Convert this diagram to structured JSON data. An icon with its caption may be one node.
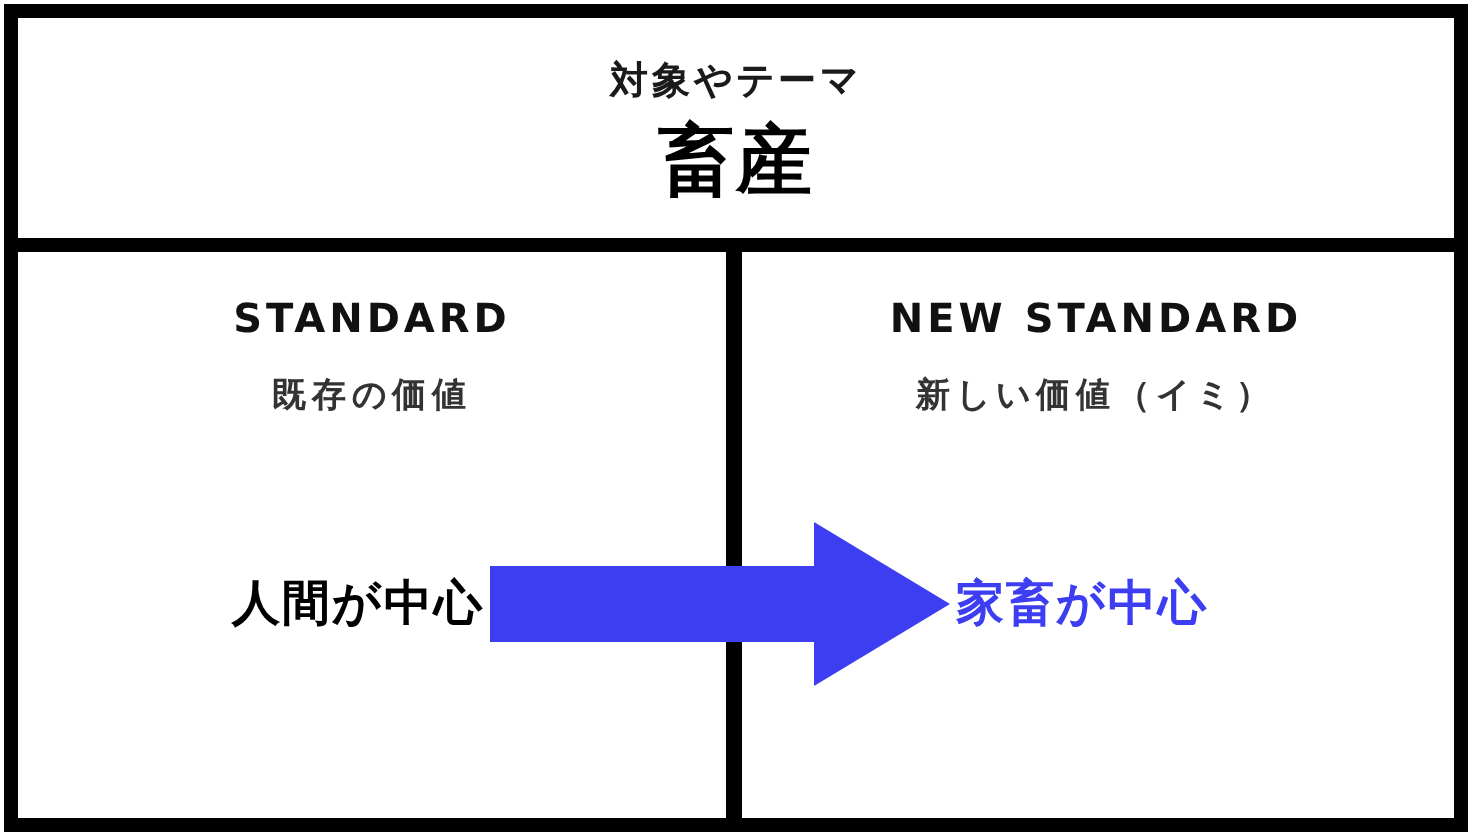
{
  "diagram": {
    "nodes": [
      {
        "text": [
          "対象やテーマ",
          "畜産"
        ]
      },
      {
        "text": [
          "STANDARD",
          "既存の価値"
        ]
      },
      {
        "text": [
          "人間が中心"
        ],
        "in": 1
      },
      {
        "text": [
          "NEW STANDARD",
          "新しい価値（イミ）"
        ]
      },
      {
        "text": [
          "家畜が中心"
        ],
        "in": 3
      }
    ],
    "edges": [
      {
        "from": 2,
        "to": 4,
        "arrow": "to",
        "color": "#3d3df2"
      }
    ]
  }
}
